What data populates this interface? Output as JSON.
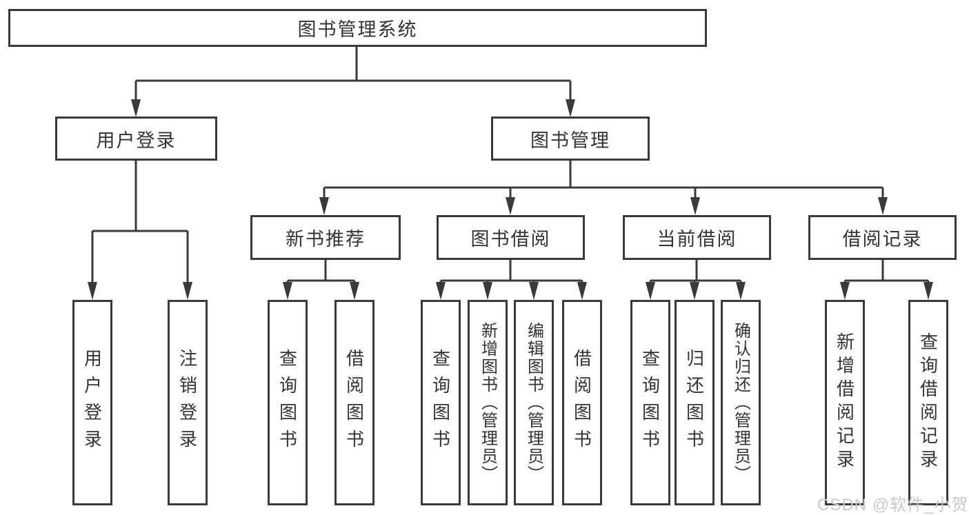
{
  "tree": {
    "root": {
      "label": "图书管理系统"
    },
    "branches": [
      {
        "label": "用户登录",
        "children": [
          {
            "label": "用户登录"
          },
          {
            "label": "注销登录"
          }
        ]
      },
      {
        "label": "图书管理",
        "children": [
          {
            "label": "新书推荐",
            "children": [
              {
                "label": "查询图书"
              },
              {
                "label": "借阅图书"
              }
            ]
          },
          {
            "label": "图书借阅",
            "children": [
              {
                "label": "查询图书"
              },
              {
                "label": "新增图书（管理员）"
              },
              {
                "label": "编辑图书（管理员）"
              },
              {
                "label": "借阅图书"
              }
            ]
          },
          {
            "label": "当前借阅",
            "children": [
              {
                "label": "查询图书"
              },
              {
                "label": "归还图书"
              },
              {
                "label": "确认归还（管理员）"
              }
            ]
          },
          {
            "label": "借阅记录",
            "children": [
              {
                "label": "新增借阅记录"
              },
              {
                "label": "查询借阅记录"
              }
            ]
          }
        ]
      }
    ]
  },
  "watermark": {
    "text": "CSDN @软件_小贺同学"
  },
  "colors": {
    "line": "#3a3a3a",
    "text": "#333333",
    "watermark": "#c9c9c9"
  }
}
